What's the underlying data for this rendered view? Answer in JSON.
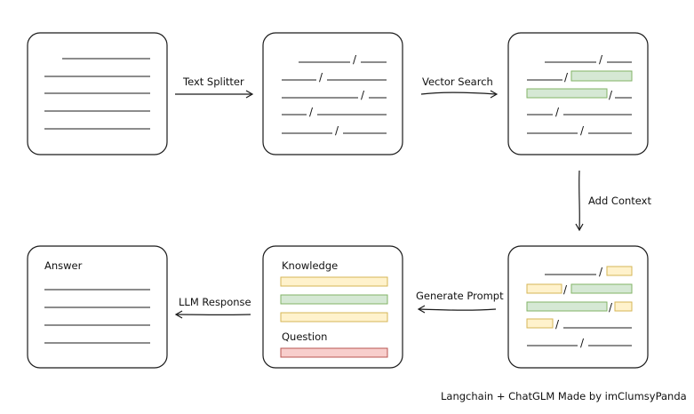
{
  "steps": {
    "text_splitter": "Text Splitter",
    "vector_search": "Vector Search",
    "add_context": "Add Context",
    "generate_prompt": "Generate Prompt",
    "llm_response": "LLM Response"
  },
  "prompt_card": {
    "knowledge": "Knowledge",
    "question": "Question"
  },
  "answer_card": {
    "answer": "Answer"
  },
  "footer": {
    "credit": "Langchain + ChatGLM Made by imClumsyPanda"
  },
  "colors": {
    "knowledge_fill": "#fff2cc",
    "knowledge_stroke": "#d6b656",
    "match_fill": "#d5e8d4",
    "match_stroke": "#82b366",
    "question_fill": "#f8cecc",
    "question_stroke": "#b85450"
  }
}
